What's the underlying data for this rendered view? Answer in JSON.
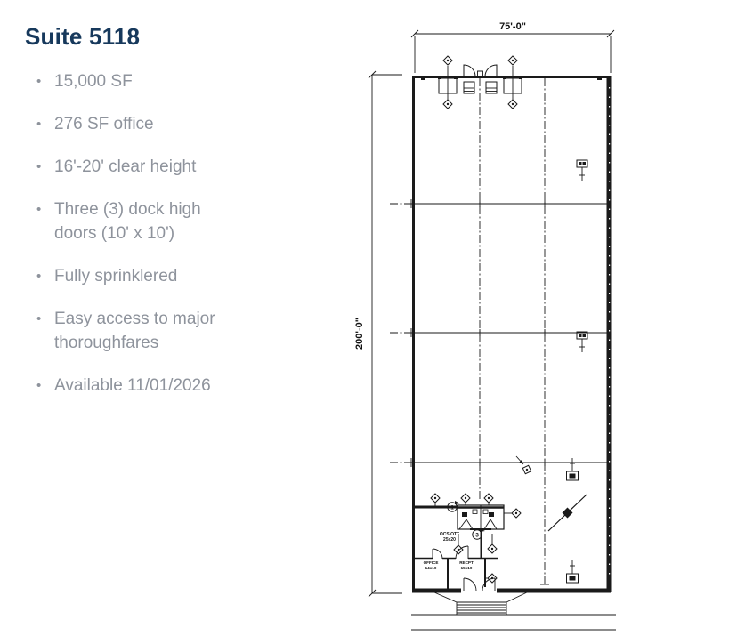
{
  "header": {
    "title": "Suite 5118"
  },
  "features": [
    {
      "label": "15,000 SF"
    },
    {
      "label": "276 SF office"
    },
    {
      "label": "16'-20' clear height"
    },
    {
      "label": "Three (3) dock high doors (10' x 10')"
    },
    {
      "label": "Fully sprinklered"
    },
    {
      "label": "Easy access to major thoroughfares"
    },
    {
      "label": "Available 11/01/2026"
    }
  ],
  "plan": {
    "dim_width": "75'-0\"",
    "dim_height": "200'-0\"",
    "keynote_1": "1",
    "keynote_2": "3",
    "area_label": "OCS OTT",
    "area_size": "25x20",
    "office_label": "OFFICE",
    "office_size": "14x10",
    "recpt_label": "RECPT",
    "recpt_size": "15x10"
  },
  "colors": {
    "title_color": "#17395c",
    "body_text": "#8e939c",
    "line": "#1a1a1a"
  }
}
